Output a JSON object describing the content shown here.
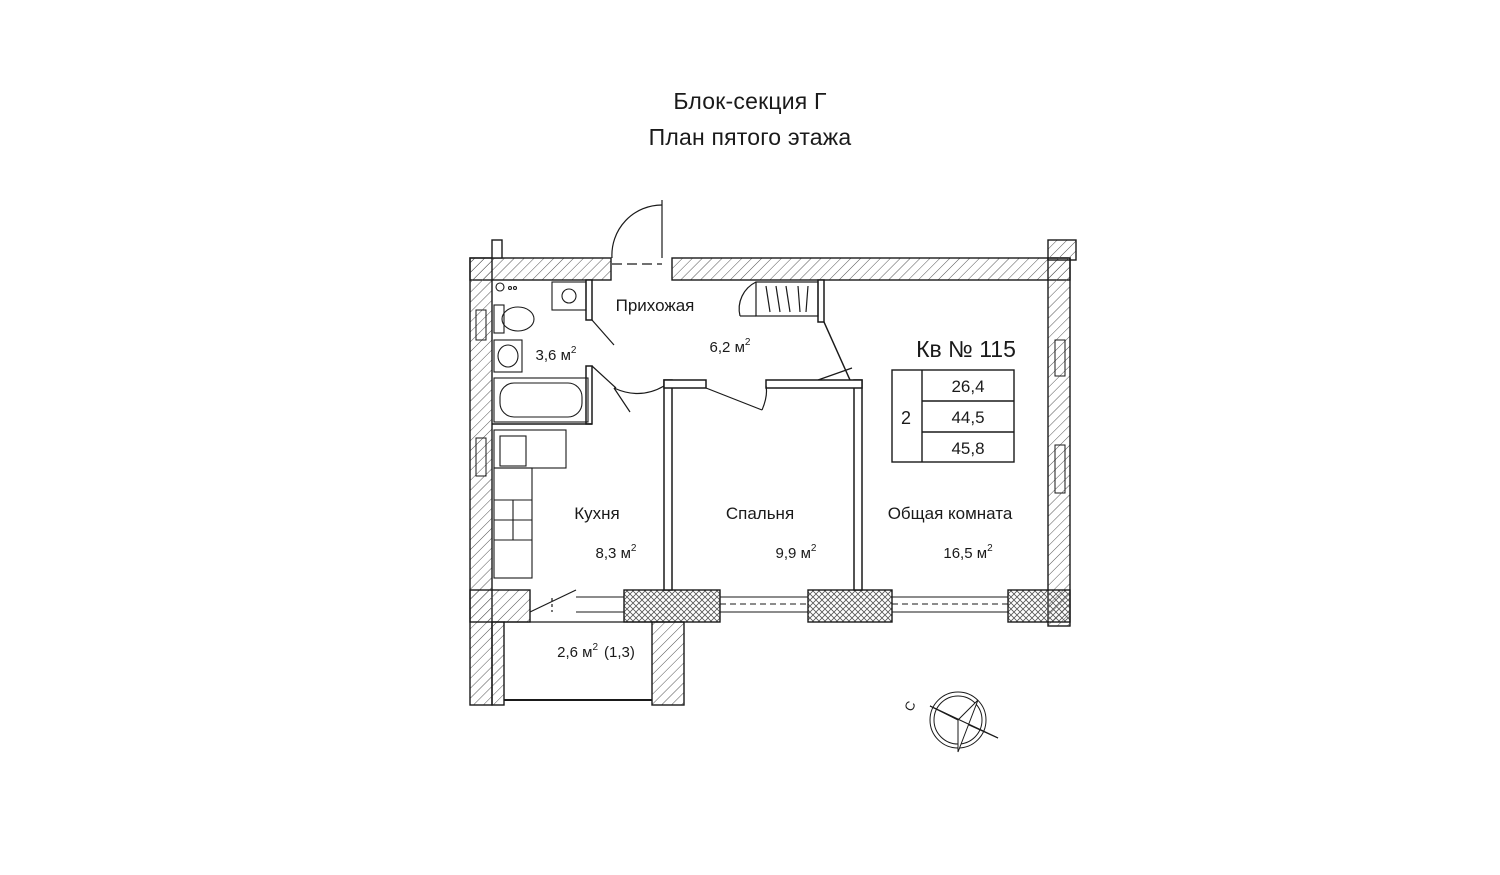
{
  "header": {
    "line1": "Блок-секция Г",
    "line2": "План пятого этажа"
  },
  "apartment": {
    "label": "Кв № 115",
    "rooms_count": "2",
    "areas": [
      "26,4",
      "44,5",
      "45,8"
    ]
  },
  "rooms": {
    "hallway": {
      "name": "Прихожая",
      "area": "6,2 м",
      "unit_sup": "2"
    },
    "bathroom": {
      "area": "3,6 м",
      "unit_sup": "2"
    },
    "kitchen": {
      "name": "Кухня",
      "area": "8,3 м",
      "unit_sup": "2"
    },
    "bedroom": {
      "name": "Спальня",
      "area": "9,9 м",
      "unit_sup": "2"
    },
    "living": {
      "name": "Общая комната",
      "area": "16,5 м",
      "unit_sup": "2"
    },
    "balcony": {
      "area": "2,6 м",
      "unit_sup": "2",
      "extra": "(1,3)"
    }
  },
  "compass": {
    "letter": "С"
  },
  "colors": {
    "line": "#1a1a1a",
    "hatch": "#555555",
    "background": "#ffffff"
  }
}
